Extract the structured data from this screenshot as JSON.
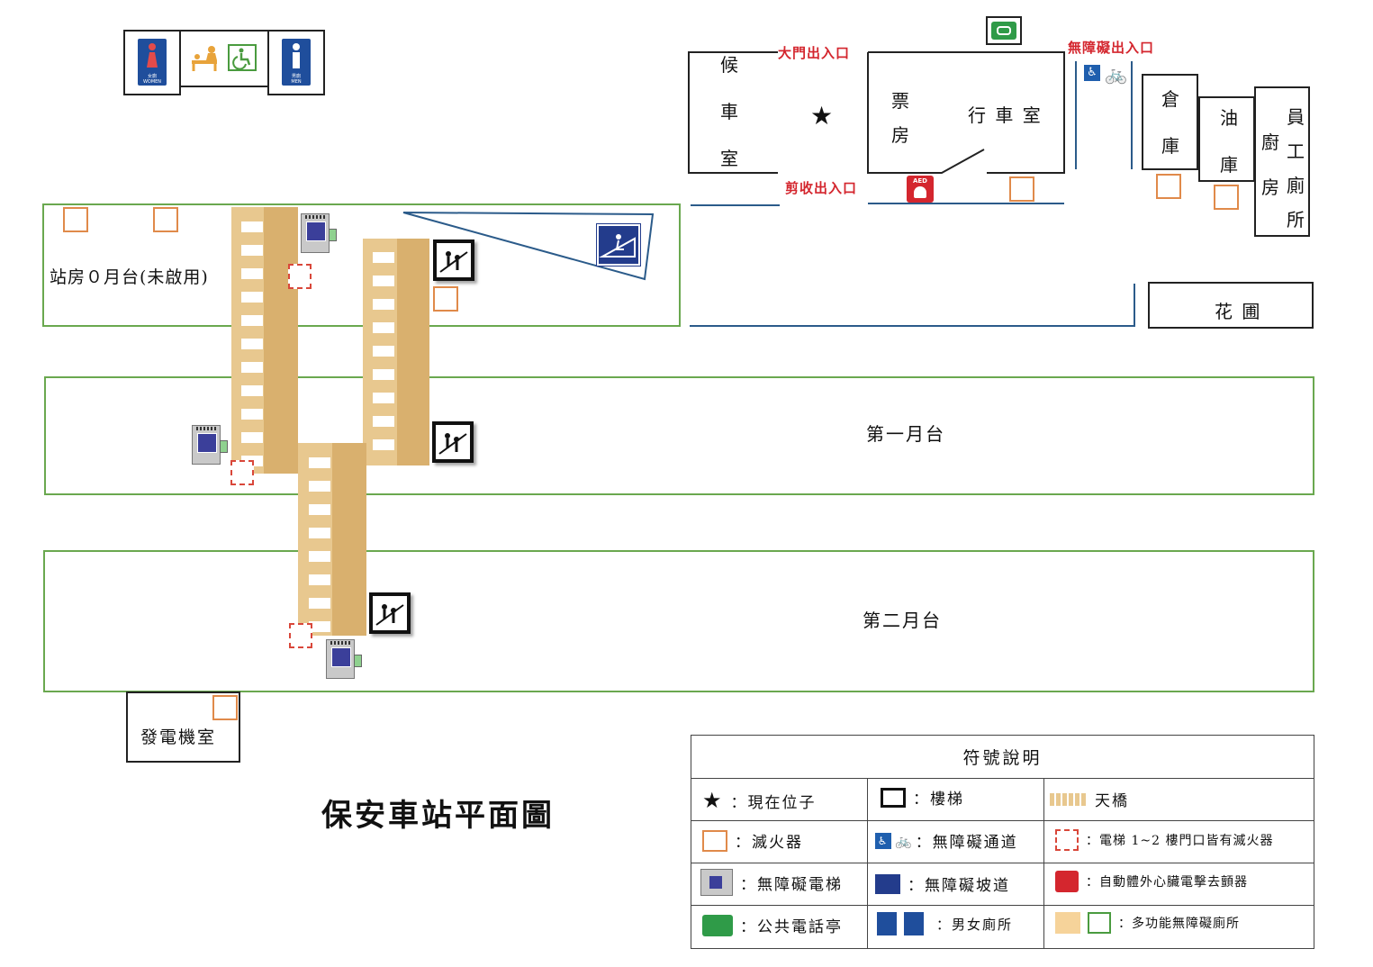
{
  "title": "保安車站平面圖",
  "rooms": {
    "waiting_room": [
      "候",
      "車",
      "室"
    ],
    "ticket_office": [
      "票",
      "房"
    ],
    "station_master": "行 車 室",
    "warehouse": [
      "倉",
      "庫"
    ],
    "oil_store": [
      "油",
      "庫"
    ],
    "kitchen": [
      "廚",
      "房"
    ],
    "staff_toilet_col1": [
      "員",
      "工"
    ],
    "staff_toilet_col2": [
      "廁",
      "所"
    ],
    "garden": "花 圃",
    "generator_room": "發電機室"
  },
  "entrances": {
    "main_gate": "大門出入口",
    "ticket_gate": "剪收出入口",
    "barrier_free": "無障礙出入口"
  },
  "platforms": {
    "platform_zero": "站房０月台(未啟用)",
    "platform_one": "第一月台",
    "platform_two": "第二月台"
  },
  "toilet_signs": {
    "women_cn": "女廁",
    "women_en": "WOMEN",
    "men_cn": "男廁",
    "men_en": "MEN"
  },
  "aed_label": "AED",
  "legend": {
    "title": "符號說明",
    "items": [
      {
        "icon": "star-icon",
        "text": "：現在位子"
      },
      {
        "icon": "stairs-icon",
        "text": "：樓梯"
      },
      {
        "icon": "bridge-icon",
        "text": "天橋"
      },
      {
        "icon": "fire-extinguisher-icon",
        "text": "：滅火器"
      },
      {
        "icon": "barrier-free-path-icon",
        "text": "：無障礙通道"
      },
      {
        "icon": "elevator-extinguisher-icon",
        "text": "：電梯 1~2 樓門口皆有滅火器"
      },
      {
        "icon": "accessible-elevator-icon",
        "text": "：無障礙電梯"
      },
      {
        "icon": "accessible-ramp-icon",
        "text": "：無障礙坡道"
      },
      {
        "icon": "aed-icon",
        "text": "：自動體外心臟電擊去顫器"
      },
      {
        "icon": "public-phone-icon",
        "text": "：公共電話亭"
      },
      {
        "icon": "toilet-icon",
        "text": "：男女廁所"
      },
      {
        "icon": "family-accessible-toilet-icon",
        "text": "：多功能無障礙廁所"
      }
    ]
  },
  "colors": {
    "platform_border": "#6aa84f",
    "bridge": "#e8c88f",
    "entrance_text": "#d4262e",
    "wall_line": "#2b5b8a",
    "elevator_blue": "#3b3f9a"
  }
}
